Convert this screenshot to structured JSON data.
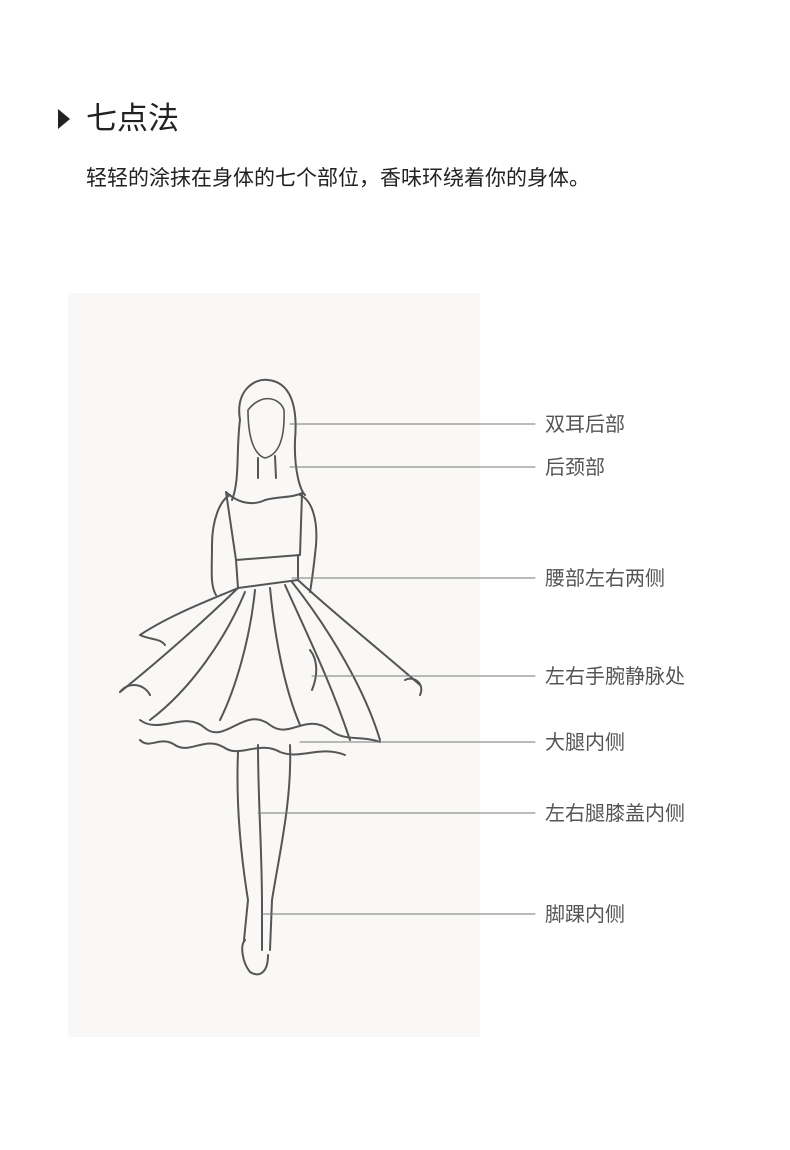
{
  "section": {
    "title": "七点法",
    "description": "轻轻的涂抹在身体的七个部位，香味环绕着你的身体。"
  },
  "labels": [
    "双耳后部",
    "后颈部",
    "腰部左右两侧",
    "左右手腕静脉处",
    "大腿内侧",
    "左右腿膝盖内侧",
    "脚踝内侧"
  ]
}
